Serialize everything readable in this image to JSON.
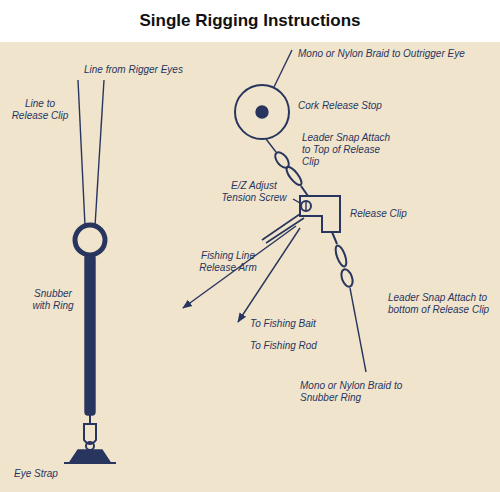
{
  "diagram": {
    "title": "Single Rigging Instructions",
    "labels": [
      "Line from Rigger Eyes",
      "Line to Release Clip",
      "Snubber with Ring",
      "Eye Strap",
      "Mono or Nylon Braid to Outrigger Eye",
      "Cork Release Stop",
      "Leader Snap Attach to Top of Release Clip",
      "E/Z Adjust Tension Screw",
      "Release Clip",
      "Fishing Line Release Arm",
      "To Fishing Bait",
      "To Fishing Rod",
      "Leader Snap Attach to bottom of Release Clip",
      "Mono or Nylon Braid to Snubber Ring"
    ]
  }
}
